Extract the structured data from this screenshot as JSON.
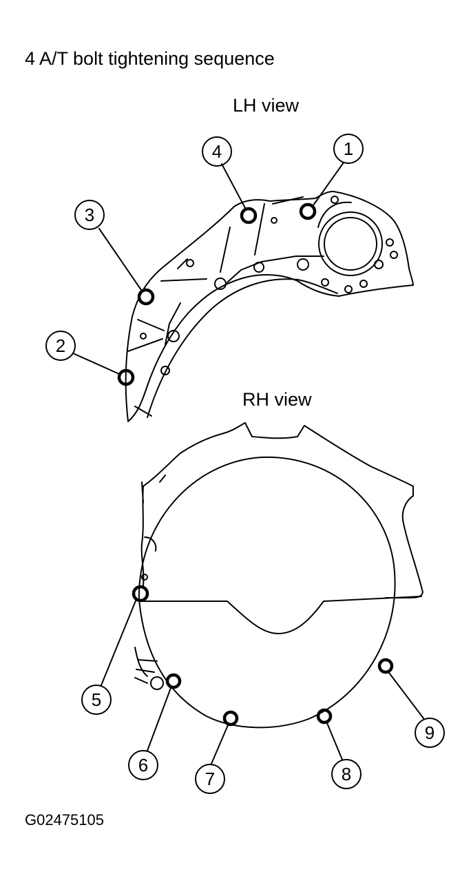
{
  "title": "4 A/T bolt tightening sequence",
  "views": {
    "lh_label": "LH view",
    "rh_label": "RH view"
  },
  "bolts": [
    {
      "number": "1"
    },
    {
      "number": "2"
    },
    {
      "number": "3"
    },
    {
      "number": "4"
    },
    {
      "number": "5"
    },
    {
      "number": "6"
    },
    {
      "number": "7"
    },
    {
      "number": "8"
    },
    {
      "number": "9"
    }
  ],
  "figure_id": "G02475105"
}
